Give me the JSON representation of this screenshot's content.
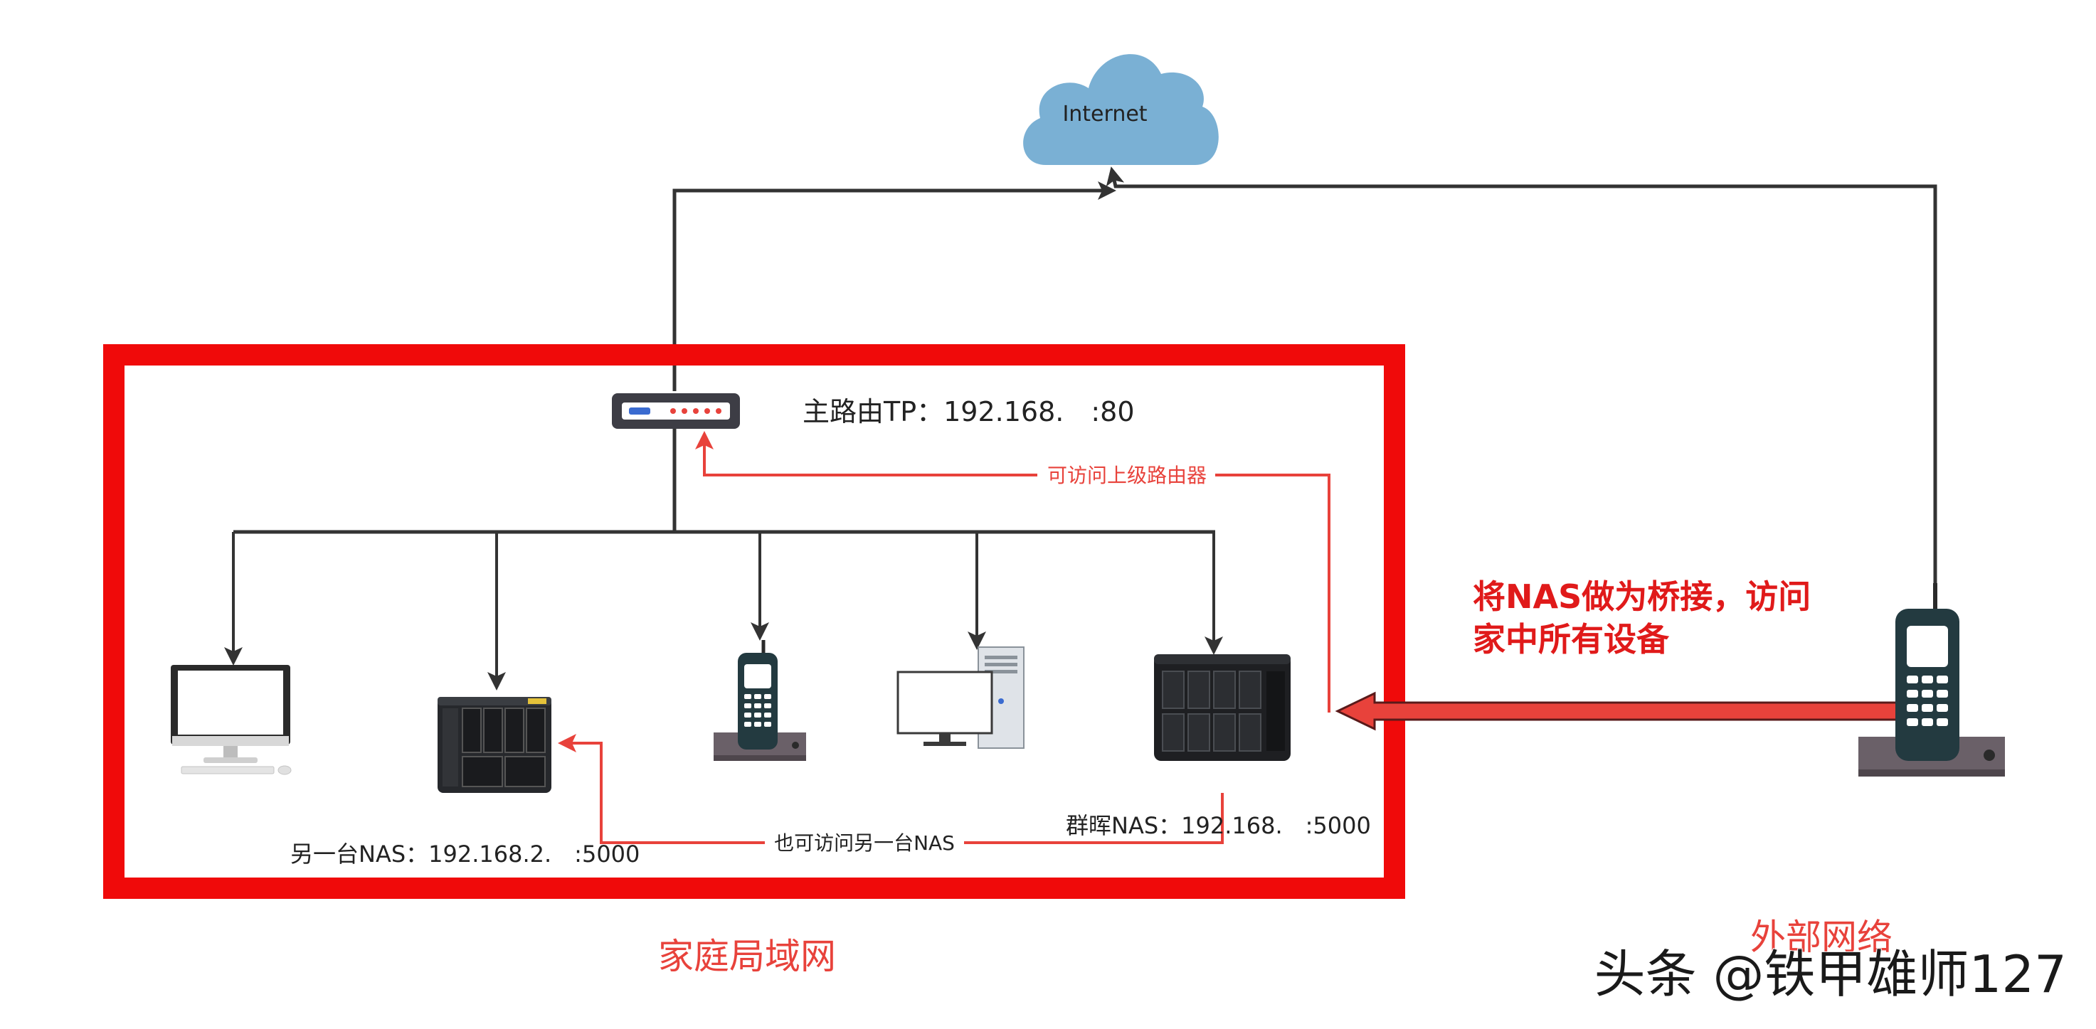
{
  "cloud": {
    "label": "Internet"
  },
  "main_router": {
    "label": "主路由TP：192.168.　:80"
  },
  "bridge_link": {
    "label": "可访问上级路由器"
  },
  "other_nas": {
    "label": "另一台NAS：192.168.2.　:5000"
  },
  "other_nas_link": {
    "label": "也可访问另一台NAS"
  },
  "synology_nas": {
    "label": "群晖NAS：192.168.　:5000"
  },
  "callout": {
    "line1": "将NAS做为桥接，访问",
    "line2": "家中所有设备"
  },
  "lan_zone": {
    "label": "家庭局域网"
  },
  "external_zone": {
    "label": "外部网络"
  },
  "watermark": {
    "text": "头条 @铁甲雄师127"
  },
  "colors": {
    "lan_border": "#f00a0a",
    "red_link": "#e8423b",
    "callout_text": "#e01a1a",
    "zone_label": "#e8423b",
    "cloud": "#7ab0d4",
    "line": "#333333"
  },
  "icons": [
    "cloud-icon",
    "router-icon",
    "monitor-icon",
    "nas-4bay-icon",
    "phone-icon",
    "desktop-pc-icon",
    "nas-8bay-icon",
    "phone-icon"
  ]
}
